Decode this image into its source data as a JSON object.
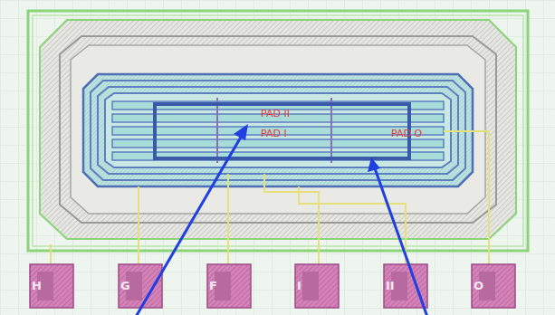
{
  "diagram": {
    "nodes": [
      {
        "text": [
          "H"
        ]
      },
      {
        "text": [
          "G"
        ]
      },
      {
        "text": [
          "F"
        ]
      },
      {
        "text": [
          "I"
        ]
      },
      {
        "text": [
          "II"
        ]
      },
      {
        "text": [
          "O"
        ]
      }
    ],
    "labels": [
      "PAD II",
      "PAD I",
      "PAD O"
    ]
  }
}
